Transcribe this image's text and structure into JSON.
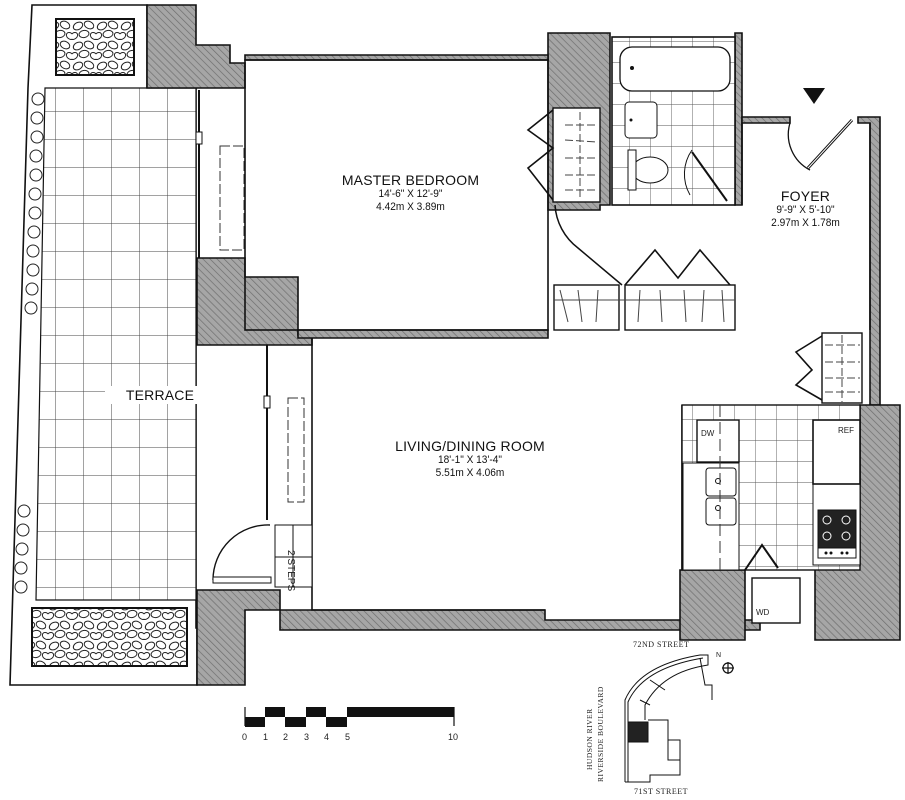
{
  "rooms": {
    "master_bedroom": {
      "name": "MASTER BEDROOM",
      "imperial": "14'-6\" X 12'-9\"",
      "metric": "4.42m X 3.89m"
    },
    "foyer": {
      "name": "FOYER",
      "imperial": "9'-9\" X 5'-10\"",
      "metric": "2.97m X 1.78m"
    },
    "living_dining": {
      "name": "LIVING/DINING ROOM",
      "imperial": "18'-1\" X 13'-4\"",
      "metric": "5.51m X 4.06m"
    },
    "terrace": {
      "name": "TERRACE"
    }
  },
  "fixtures": {
    "dishwasher": "DW",
    "refrigerator": "REF",
    "washer_dryer": "WD",
    "steps": "2 STEPS"
  },
  "scale_bar": {
    "ticks": [
      "0",
      "1",
      "2",
      "3",
      "4",
      "5",
      "10"
    ]
  },
  "key_plan": {
    "north_street": "72ND STREET",
    "south_street": "71ST STREET",
    "west_label_1": "HUDSON RIVER",
    "west_label_2": "RIVERSIDE BOULEVARD",
    "compass": "N"
  },
  "colors": {
    "wall_fill": "#9a9a9a",
    "line": "#111111",
    "background": "#ffffff"
  }
}
